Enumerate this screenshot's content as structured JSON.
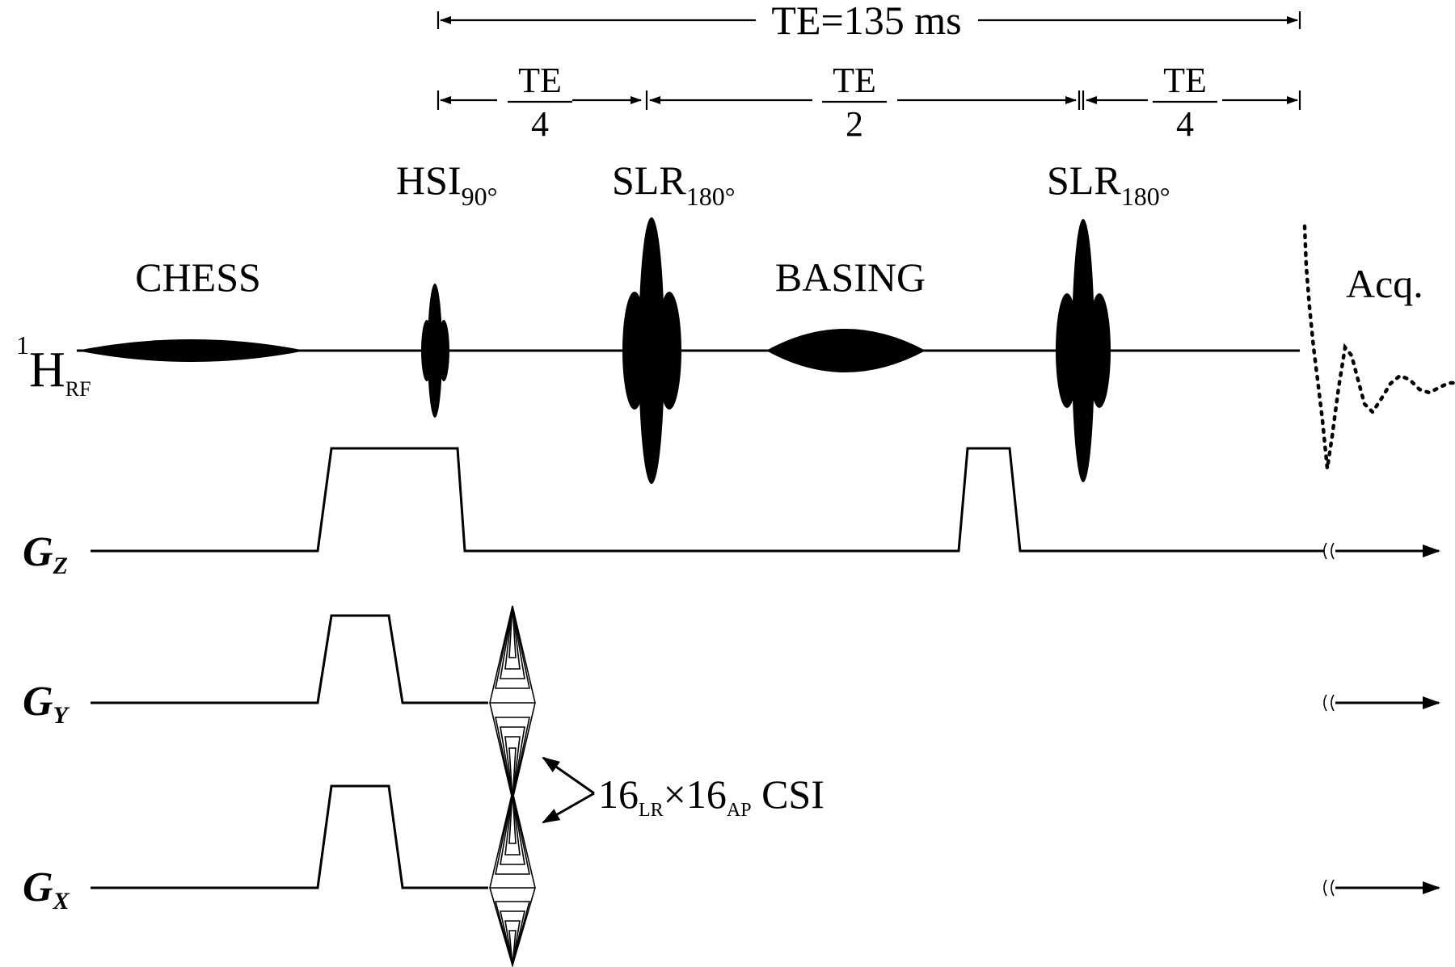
{
  "labels": {
    "te_total": "TE=135 ms",
    "te_label": "TE",
    "te_denom_quarter": "4",
    "te_denom_half": "2",
    "hsi_main": "HSI",
    "hsi_sub": "90°",
    "slr_main": "SLR",
    "slr_sub": "180°",
    "chess": "CHESS",
    "basing": "BASING",
    "acq": "Acq.",
    "rf_super": "1",
    "rf_main": "H",
    "rf_sub": "RF",
    "gz_main": "G",
    "gz_sub": "Z",
    "gy_main": "G",
    "gy_sub": "Y",
    "gx_main": "G",
    "gx_sub": "X",
    "csi_a": "16",
    "csi_a_sub": "LR",
    "csi_times": "×",
    "csi_b": "16",
    "csi_b_sub": "AP",
    "csi_tail": " CSI"
  }
}
